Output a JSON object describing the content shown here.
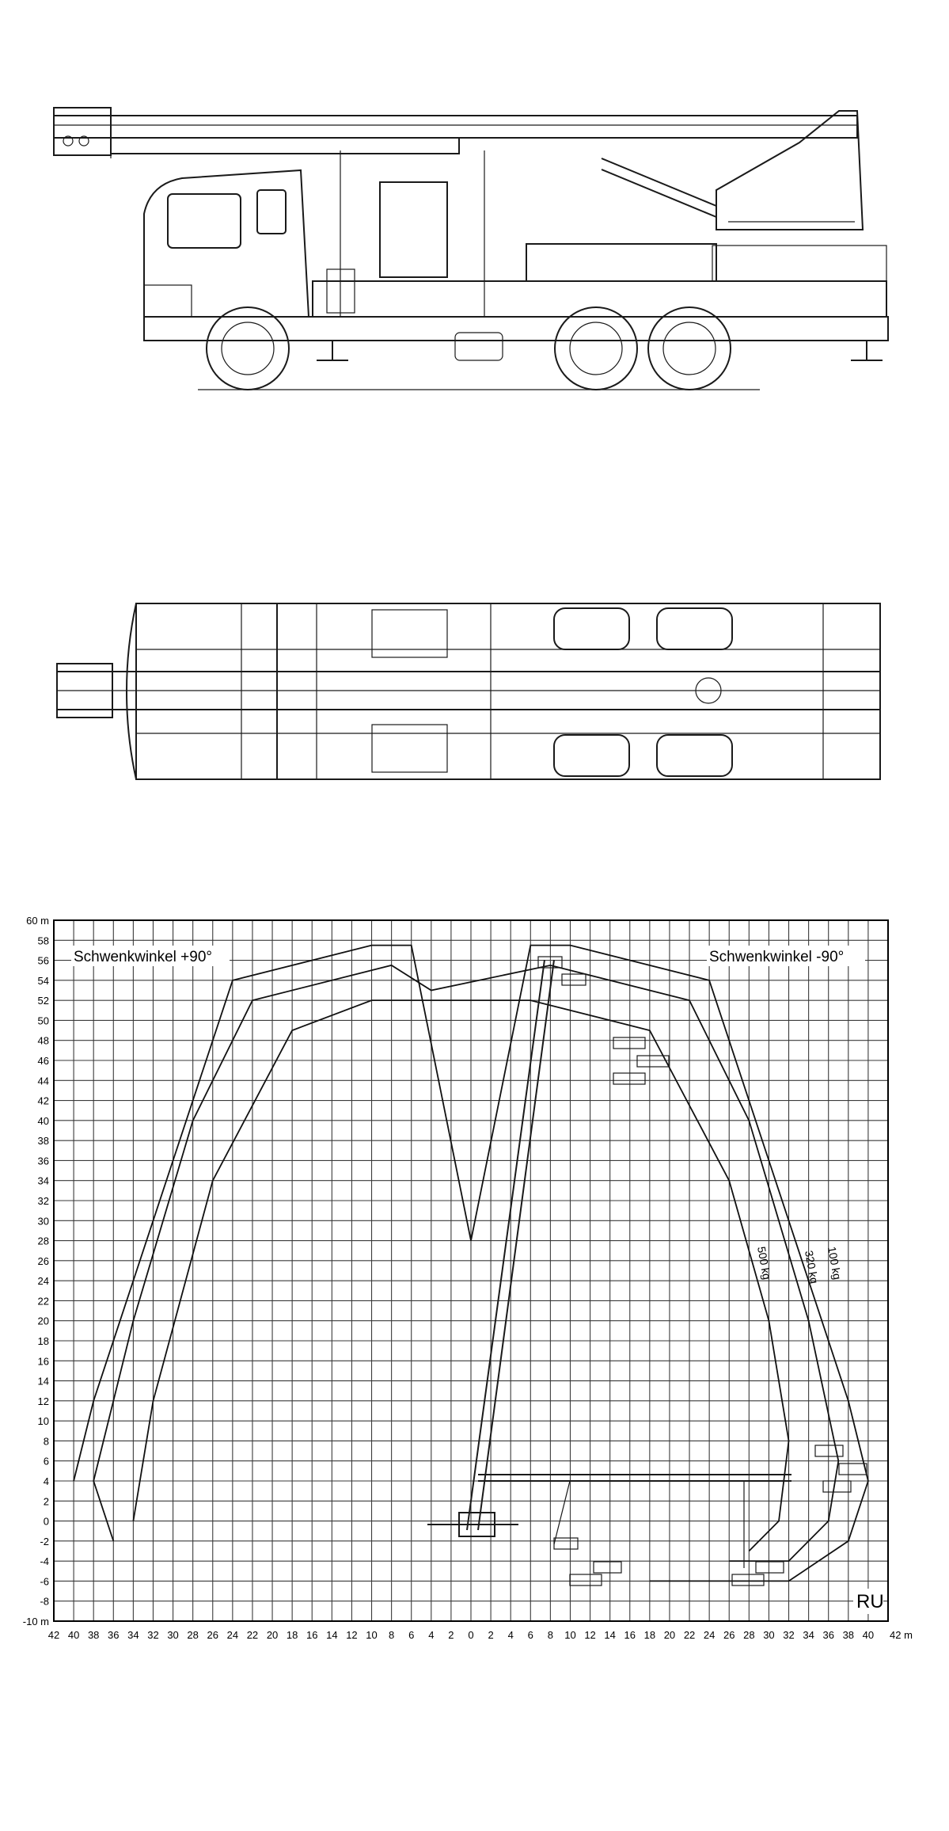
{
  "chart_data": {
    "type": "line",
    "xlim": [
      42,
      42
    ],
    "ylim": [
      -10,
      60
    ],
    "x_ticks": [
      "42",
      "40",
      "38",
      "36",
      "34",
      "32",
      "30",
      "28",
      "26",
      "24",
      "22",
      "20",
      "18",
      "16",
      "14",
      "12",
      "10",
      "8",
      "6",
      "4",
      "2",
      "0",
      "2",
      "4",
      "6",
      "8",
      "10",
      "12",
      "14",
      "16",
      "18",
      "20",
      "22",
      "24",
      "26",
      "28",
      "30",
      "32",
      "34",
      "36",
      "38",
      "40"
    ],
    "x_end_label": "42 m",
    "y_ticks": [
      "-10 m",
      "-8",
      "-6",
      "-4",
      "-2",
      "0",
      "2",
      "4",
      "6",
      "8",
      "10",
      "12",
      "14",
      "16",
      "18",
      "20",
      "22",
      "24",
      "26",
      "28",
      "30",
      "32",
      "34",
      "36",
      "38",
      "40",
      "42",
      "44",
      "46",
      "48",
      "50",
      "52",
      "54",
      "56",
      "58",
      "60 m"
    ],
    "annotations": {
      "left_slew": "Schwenkwinkel +90°",
      "right_slew": "Schwenkwinkel -90°",
      "corner": "RU"
    },
    "series": [
      {
        "name": "100 kg",
        "points": [
          [
            -40,
            4
          ],
          [
            -38,
            12
          ],
          [
            -34,
            24
          ],
          [
            -30,
            36
          ],
          [
            -24,
            54
          ],
          [
            -10,
            57.5
          ],
          [
            -6,
            57.5
          ],
          [
            0,
            28
          ],
          [
            6,
            57.5
          ],
          [
            10,
            57.5
          ],
          [
            24,
            54
          ],
          [
            30,
            36
          ],
          [
            34,
            24
          ],
          [
            38,
            12
          ],
          [
            40,
            4
          ],
          [
            38,
            -2
          ],
          [
            32,
            -6
          ],
          [
            26,
            -6
          ],
          [
            18,
            -6
          ]
        ]
      },
      {
        "name": "320 kg",
        "points": [
          [
            -36,
            -2
          ],
          [
            -38,
            4
          ],
          [
            -34,
            20
          ],
          [
            -28,
            40
          ],
          [
            -22,
            52
          ],
          [
            -8,
            55.5
          ],
          [
            -4,
            53
          ],
          [
            8,
            55.5
          ],
          [
            22,
            52
          ],
          [
            28,
            40
          ],
          [
            34,
            20
          ],
          [
            37,
            6
          ],
          [
            36,
            0
          ],
          [
            32,
            -4
          ],
          [
            26,
            -4
          ]
        ]
      },
      {
        "name": "500 kg",
        "points": [
          [
            -34,
            0
          ],
          [
            -32,
            12
          ],
          [
            -26,
            34
          ],
          [
            -18,
            49
          ],
          [
            -10,
            52
          ],
          [
            -6,
            52
          ],
          [
            6,
            52
          ],
          [
            18,
            49
          ],
          [
            26,
            34
          ],
          [
            30,
            20
          ],
          [
            32,
            8
          ],
          [
            31,
            0
          ],
          [
            28,
            -3
          ]
        ]
      }
    ]
  }
}
